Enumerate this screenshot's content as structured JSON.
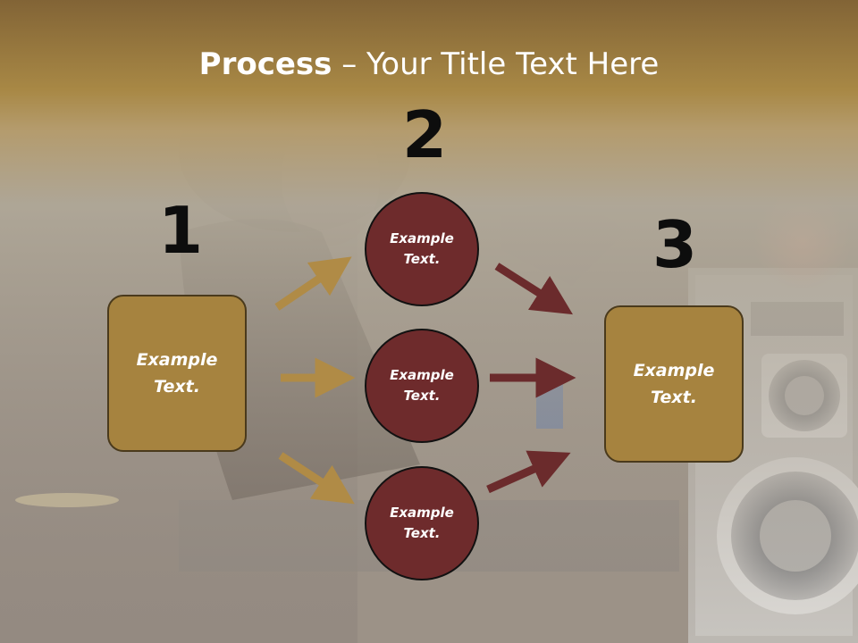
{
  "title": {
    "bold": "Process",
    "dash": " – ",
    "rest": "Your Title Text Here"
  },
  "steps": {
    "one": "1",
    "two": "2",
    "three": "3"
  },
  "left_box": {
    "text": "Example Text."
  },
  "right_box": {
    "text": "Example Text."
  },
  "circles": [
    {
      "text": "Example Text."
    },
    {
      "text": "Example Text."
    },
    {
      "text": "Example Text."
    }
  ],
  "colors": {
    "gold": "#a6833f",
    "maroon": "#6e2b2c",
    "gold_arrow": "#b08b46",
    "maroon_arrow": "#6b2b2c"
  }
}
